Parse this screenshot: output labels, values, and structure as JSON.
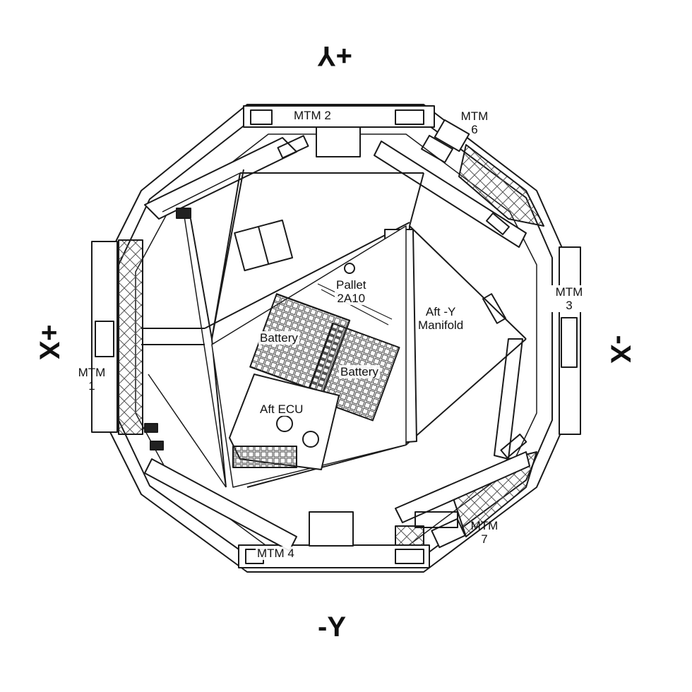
{
  "axes": {
    "plus_y": "+Y",
    "minus_y": "-Y",
    "plus_x": "+X",
    "minus_x": "-X"
  },
  "labels": {
    "mtm1": [
      "MTM",
      "1"
    ],
    "mtm2": "MTM 2",
    "mtm3": [
      "MTM",
      "3"
    ],
    "mtm4": "MTM 4",
    "mtm6": [
      "MTM",
      "6"
    ],
    "mtm7": [
      "MTM",
      "7"
    ],
    "pallet": [
      "Pallet",
      "2A10"
    ],
    "manifold": [
      "Aft -Y",
      "Manifold"
    ],
    "battery_left": "Battery",
    "battery_right": "Battery",
    "aft_ecu": "Aft ECU"
  },
  "colors": {
    "ink": "#1a1a1a",
    "paper": "#ffffff",
    "hatch": "#555555"
  }
}
